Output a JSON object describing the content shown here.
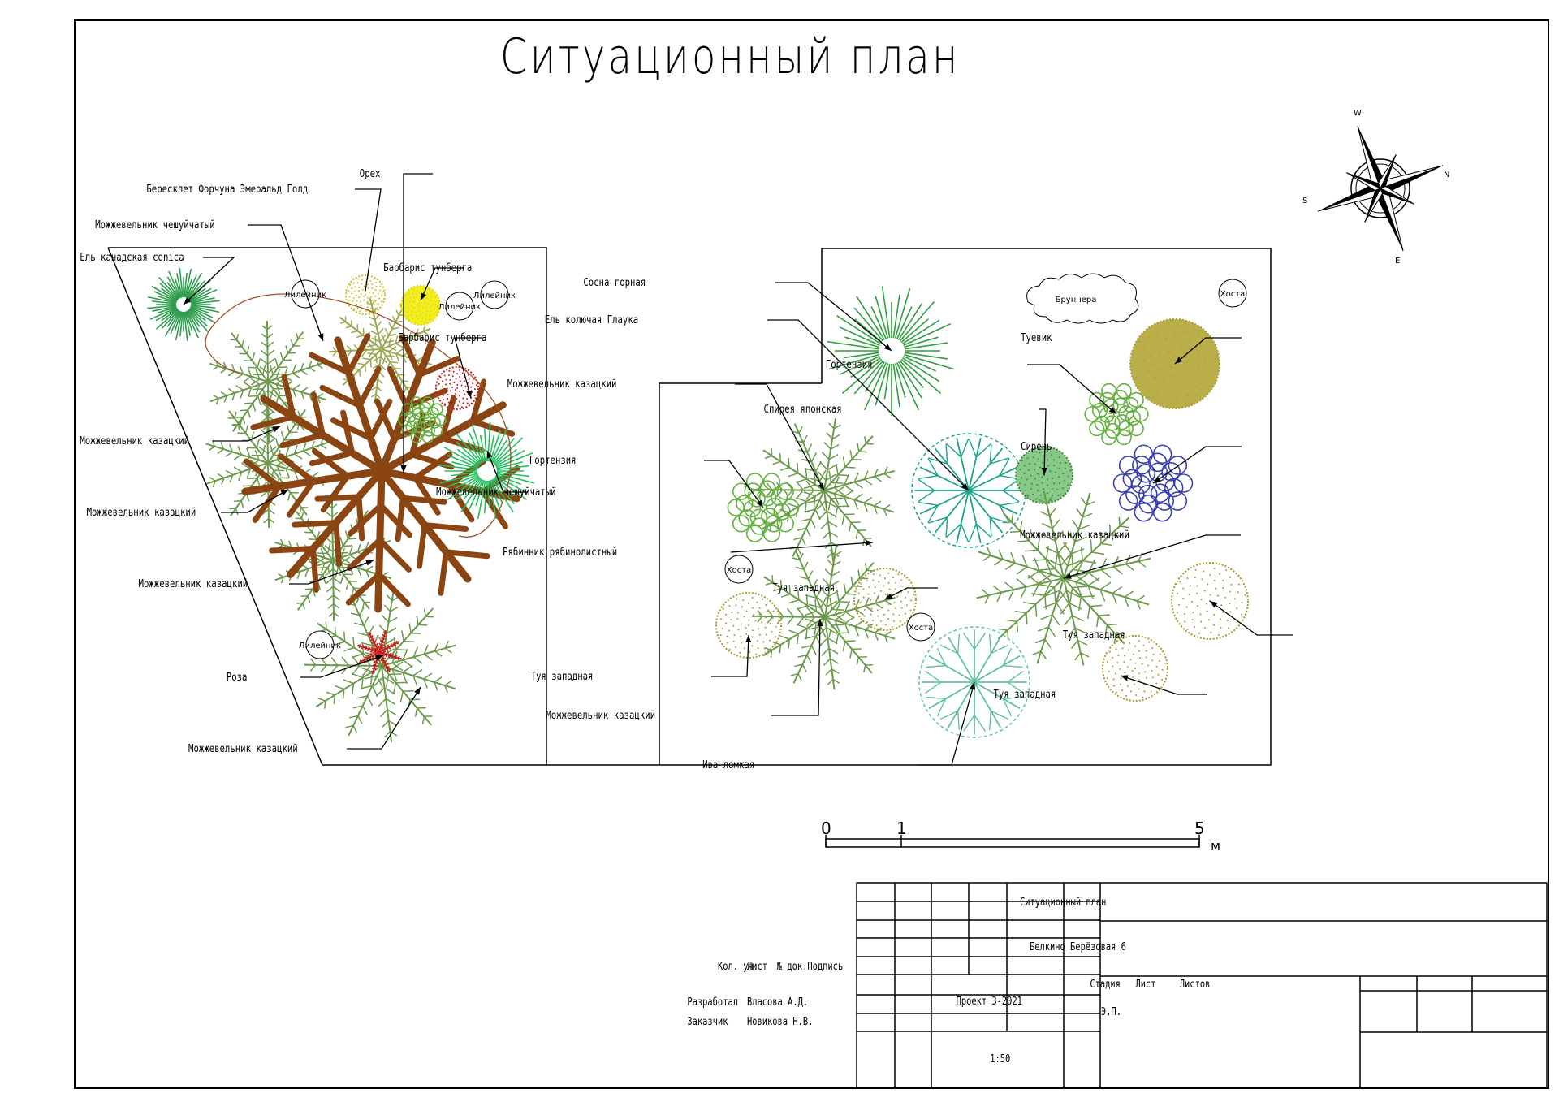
{
  "title": "Ситуационный план",
  "compass": [
    "W",
    "N",
    "S",
    "E"
  ],
  "labels_left": {
    "oreh": "Орех",
    "beresklet": "Бересклет Форчуна Эмеральд Голд",
    "mozh_cheshuichaty_1": "Можжевельник чешуйчатый",
    "el_kanadskaya": "Ель канадская conica",
    "barbaris_1": "Барбарис тунберга",
    "barbaris_2": "Барбарис тунберга",
    "mozh_kazatsky_1": "Можжевельник казацкий",
    "mozh_cheshuichaty_2": "Можжевельник чешуйчатый",
    "mozh_kazatsky_2": "Можжевельник казацкий",
    "mozh_kazatsky_3": "Можжевельник казацкий",
    "roza": "Роза",
    "mozh_kazatsky_4": "Можжевельник казацкий"
  },
  "labels_right": {
    "sosna": "Сосна горная",
    "el_kolyuchaya": "Ель колючая  Глаука",
    "mozh_kazatsky_5": "Можжевельник казацкий",
    "gortenziya_1": "Гортензия",
    "gortenziya_2": "Гортензия",
    "tuevik": "Туевик",
    "spireya": "Спирея японская",
    "siren": "Сирень",
    "mozh_kazatsky_6": "Можжевельник казацкий",
    "ryabinnik": "Рябинник рябинолистный",
    "tuya_1": "Туя западная",
    "tuya_2": "Туя западная",
    "tuya_3": "Туя западная",
    "tuya_4": "Туя западная",
    "mozh_kazatsky_7": "Можжевельник казацкий",
    "iva": "Ива ломкая"
  },
  "circle_labels": {
    "lileiniki": [
      "Лилейник",
      "Лилейник",
      "Лилейник",
      "Лилейник"
    ],
    "hosta": [
      "Хоста",
      "Хоста",
      "Хоста"
    ],
    "brunnera": "Бруннера"
  },
  "scale_bar": {
    "ticks": [
      "0",
      "1",
      "5"
    ],
    "unit": "м"
  },
  "title_block": {
    "sheet_title": "Ситуационный план",
    "address": "Белкино Берёзовая 6",
    "project": "Проект 3-2021",
    "scale": "1:50",
    "headers": [
      "Кол. уч.",
      "Лист",
      "№ док.",
      "Подпись"
    ],
    "developer_role": "Разработал",
    "developer_name": "Власова А.Д.",
    "customer_role": "Заказчик",
    "customer_name": "Новикова Н.В.",
    "stage_header": "Стадия",
    "sheet_header": "Лист",
    "sheets_header": "Листов",
    "stage_value": "Э.П."
  },
  "colors": {
    "juniper": "#6a9a4a",
    "walnut": "#8b4513",
    "fir": "#2e9e4e",
    "barberry_yellow": "#f2ee20",
    "barberry_red": "#c81e1e",
    "spruce_teal": "#1aa58a",
    "thuja": "#a89a30",
    "tuevik": "#a8a040",
    "siren": "#3a40b0",
    "willow": "#5dc4a0",
    "hydrangea": "#64b040",
    "line": "#000000"
  }
}
